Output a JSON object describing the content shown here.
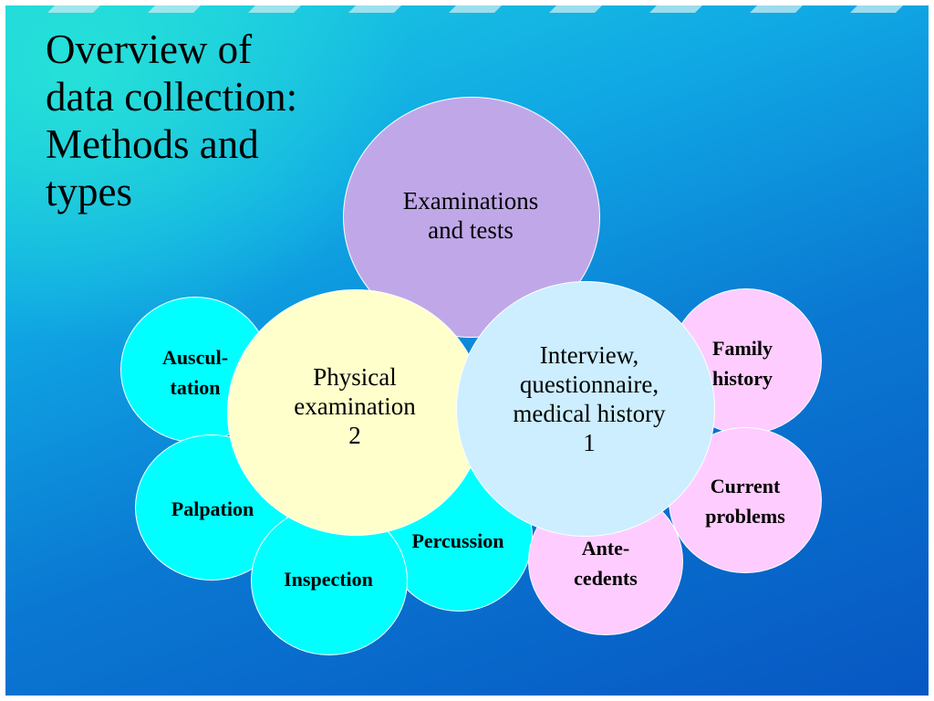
{
  "title": [
    "Overview of",
    "data collection:",
    "Methods and",
    "types"
  ],
  "colors": {
    "method_fill_exam": "#c0a8e8",
    "method_fill_physical": "#ffffcc",
    "method_fill_interview": "#cceeff",
    "physical_type_fill": "#00ffff",
    "interview_type_fill": "#ffccff"
  },
  "circles": {
    "examinations": [
      "Examinations",
      "and tests"
    ],
    "physical": [
      "Physical",
      "examination",
      "2"
    ],
    "interview": [
      "Interview,",
      "questionnaire,",
      "medical history",
      "1"
    ],
    "auscultation": [
      "Auscul-",
      "tation"
    ],
    "palpation": [
      "Palpation"
    ],
    "inspection": [
      "Inspection"
    ],
    "percussion": [
      "Percussion"
    ],
    "family": [
      "Family",
      "history"
    ],
    "current": [
      "Current",
      "problems"
    ],
    "antecedents": [
      "Ante-",
      "cedents"
    ]
  }
}
